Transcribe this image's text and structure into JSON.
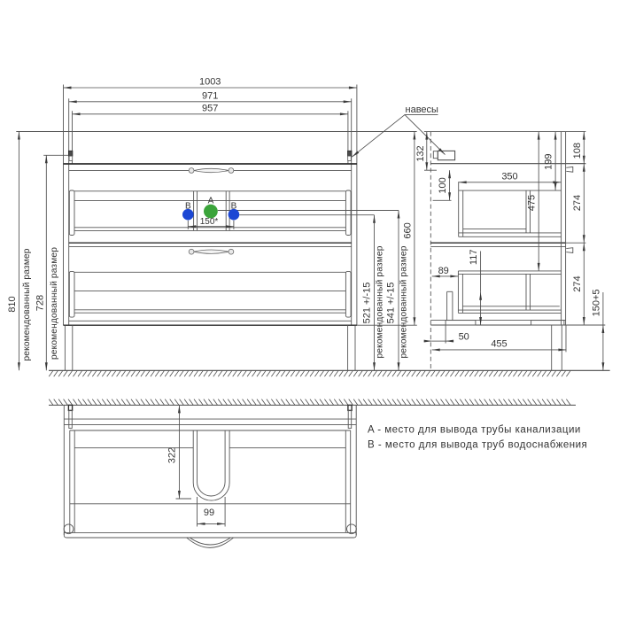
{
  "drawing": {
    "title_context": "furniture installation drawing",
    "front_view": {
      "width_dims": {
        "overall": "1003",
        "cabinet": "971",
        "inner": "957"
      },
      "left_dims": {
        "total_height": {
          "value": "810",
          "label": "рекомендованный размер"
        },
        "bracket_height": {
          "value": "728",
          "label": "рекомендованный размер"
        }
      },
      "right_dims": {
        "water_supply_height": {
          "value": "521 +/-15",
          "label": "рекомендованный размер"
        },
        "drain_height": {
          "value": "541 +/-15",
          "label": "рекомендованный размер"
        },
        "basin_to_bottom": {
          "value": "660"
        }
      },
      "pipes": {
        "drain_label": "A",
        "water_label": "B",
        "water_spacing": "150*",
        "drain_color": "#3ba43b",
        "water_color": "#1c47d4"
      },
      "hangers_note": "навесы"
    },
    "side_view": {
      "bracket_offset": "132",
      "basin_height": "108",
      "top_to_box": "199",
      "bracket_to_recess": "100",
      "box_depth": "350",
      "top_to_lower_box": "475",
      "upper_section": "274",
      "lower_section": "274",
      "inner_height": "117",
      "wall_to_box": "89",
      "legs_height": "150+5",
      "wall_to_foot": "50",
      "total_depth": "455"
    },
    "bottom_view": {
      "cutout_depth": "322",
      "cutout_width": "99"
    },
    "legend": {
      "row_a": "A - место для вывода трубы канализации",
      "row_b": "B - место для вывода труб водоснабжения"
    }
  }
}
